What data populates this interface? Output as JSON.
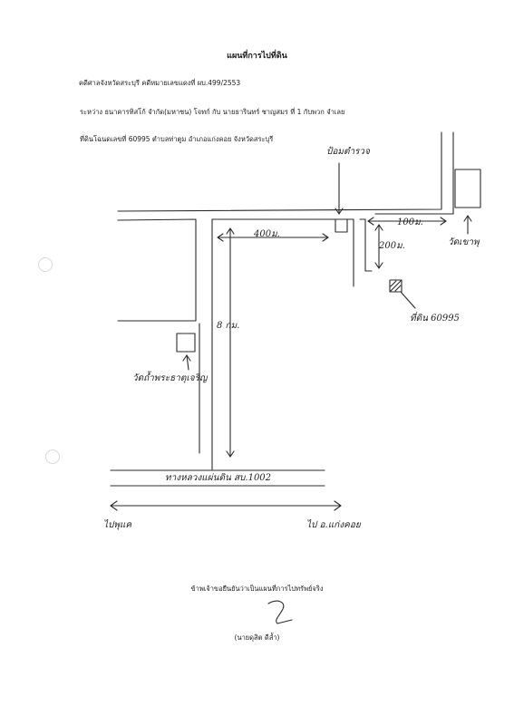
{
  "document": {
    "title": "แผนที่การไปที่ดิน",
    "court_line": "คดีศาลจังหวัดสระบุรี   คดีหมายเลขแดงที่ ผบ.499/2553",
    "parties_line": "ระหว่าง  ธนาคารทิสโก้ จำกัด(มหาชน) โจทก์ กับ นายธารินทร์   ชาญสมร ที่ 1 กับพวก   จำเลย",
    "land_line": "ที่ดินโฉนดเลขที่ 60995  ตำบลท่าตูม  อำเภอแก่งคอย  จังหวัดสระบุรี",
    "certify_text": "ข้าพเจ้าขอยืนยันว่าเป็นแผนที่การไปทรัพย์จริง",
    "signature_mark": "ว",
    "signer_name": "(นายดุสิต  ดีล้ำ)"
  },
  "map": {
    "label_police": "ป้อมตำรวจ",
    "label_400m": "400ม.",
    "label_100m": "100ม.",
    "label_200m": "200ม.",
    "label_temple_right": "วัดเขาพุ",
    "label_land": "ที่ดิน 60995",
    "label_8km": "8 กม.",
    "label_temple_left": "วัดถ้ำพระธาตุเจริญ",
    "label_highway": "ทางหลวงแผ่นดิน สบ.1002",
    "label_left_dest": "ไปพุแค",
    "label_right_dest": "ไป อ.แก่งคอย"
  }
}
